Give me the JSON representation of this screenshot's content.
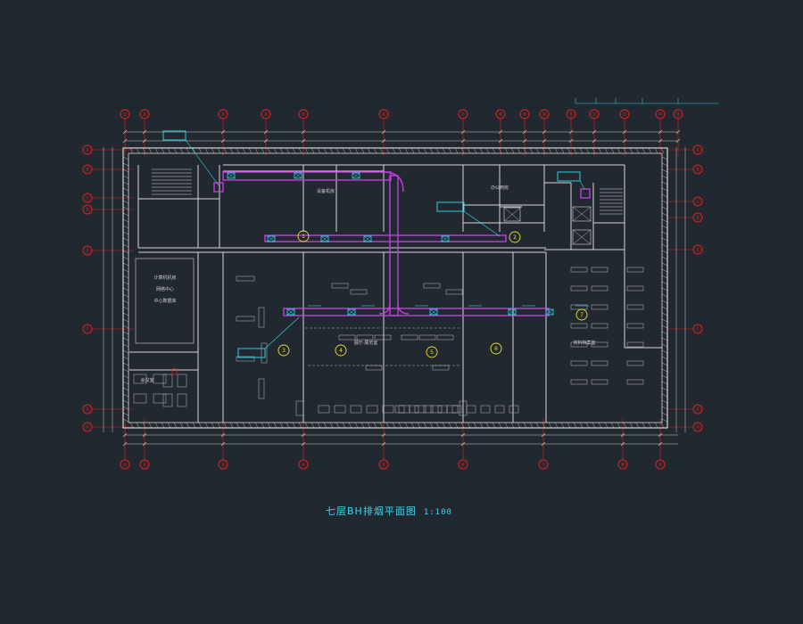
{
  "drawing": {
    "title": "七层BH排烟平面图",
    "scale": "1:100"
  },
  "colors": {
    "background": "#212830",
    "walls": "#d8d8d8",
    "axis_lines": "#e02020",
    "duct": "#c040e0",
    "duct_equipment": "#30e0f0",
    "zone_markers": "#e8e030",
    "title": "#38d8f0"
  },
  "axes": {
    "top": [
      "①",
      "②",
      "③",
      "④",
      "⑤",
      "⑥",
      "⑦",
      "⑧",
      "⑨",
      "⑩",
      "⑪",
      "⑫",
      "⑬",
      "⑭",
      "⑮"
    ],
    "bottom": [
      "①",
      "②",
      "③",
      "④",
      "⑤",
      "⑥",
      "⑦",
      "⑧",
      "⑨"
    ],
    "left": [
      "Ⓐ",
      "Ⓑ",
      "Ⓒ",
      "Ⓓ",
      "Ⓔ",
      "Ⓕ",
      "Ⓖ",
      "Ⓗ"
    ],
    "right": [
      "Ⓐ",
      "Ⓑ",
      "Ⓒ",
      "Ⓓ",
      "Ⓔ",
      "Ⓕ",
      "Ⓖ",
      "Ⓗ"
    ]
  },
  "rooms": [
    "计算机机房",
    "网络中心",
    "中心数据库",
    "展厅·展览室",
    "会议室",
    "办公用房",
    "设备机房",
    "资料档案室"
  ],
  "smoke_zones": [
    "1",
    "2",
    "3",
    "4",
    "5",
    "6",
    "7"
  ]
}
